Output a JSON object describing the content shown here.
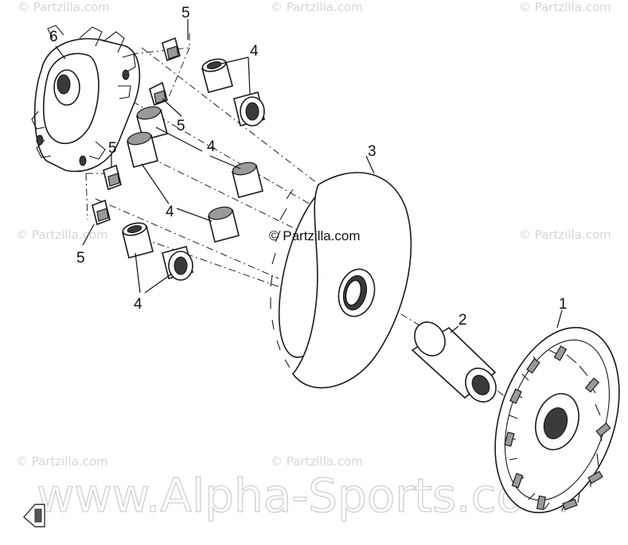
{
  "callouts": {
    "c1": "1",
    "c2": "2",
    "c3": "3",
    "c4a": "4",
    "c4b": "4",
    "c4c": "4",
    "c4d": "4",
    "c5a": "5",
    "c5b": "5",
    "c5c": "5",
    "c5d": "5",
    "c6": "6"
  },
  "watermarks": {
    "partzilla": "© Partzilla.com",
    "partzilla_center": "© Partzilla.com",
    "alpha": "www.Alpha-Sports.com"
  },
  "icons": {
    "corner": "front-arrow-icon"
  },
  "colors": {
    "line": "#1a1a1a",
    "shade": "#9a9a9a",
    "watermark": "#d6d6d6"
  }
}
